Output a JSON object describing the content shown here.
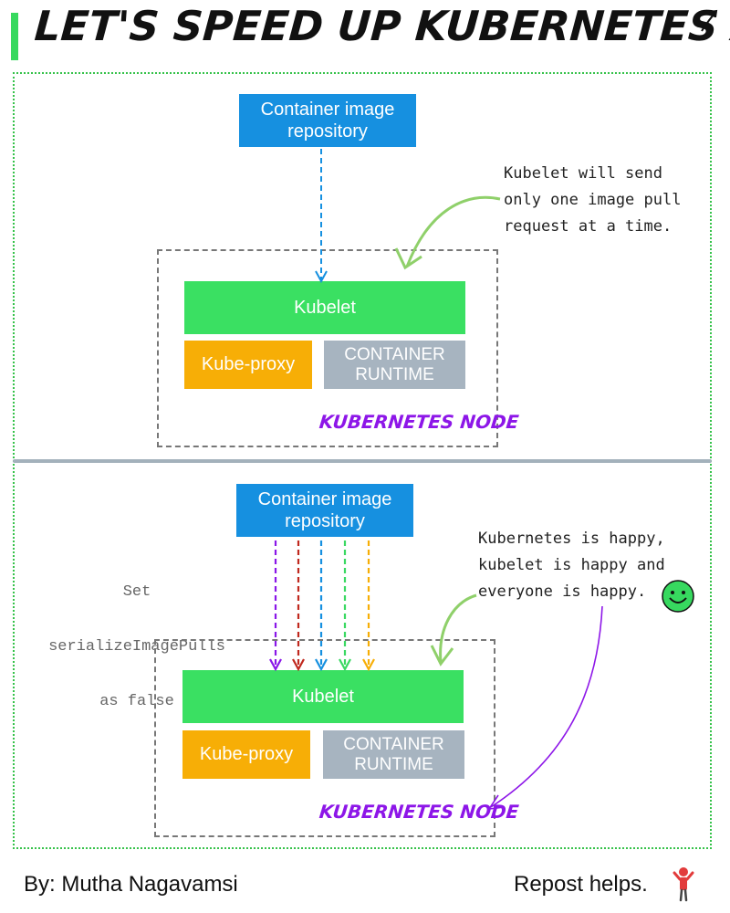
{
  "title": "LET'S SPEED UP KUBERNETES A BIT!",
  "colors": {
    "repository": "#1690e0",
    "kubelet": "#3ae062",
    "kube_proxy": "#f7ae06",
    "container_runtime": "#a7b4c0",
    "node_label": "#8d16e8",
    "frame": "#36c24a",
    "annotation_arrow": "#8fd06a",
    "pull_arrows": [
      "#8a16e8",
      "#c0281e",
      "#1690e0",
      "#3ad862",
      "#f7ae06"
    ]
  },
  "before": {
    "repository": {
      "line1": "Container image",
      "line2": "repository"
    },
    "kubelet": "Kubelet",
    "kube_proxy": "Kube-proxy",
    "runtime": {
      "line1": "CONTAINER",
      "line2": "RUNTIME"
    },
    "node_label": "KUBERNETES NODE",
    "note": [
      "Kubelet will send",
      "only one image pull",
      "request at a time."
    ]
  },
  "after": {
    "repository": {
      "line1": "Container image",
      "line2": "repository"
    },
    "kubelet": "Kubelet",
    "kube_proxy": "Kube-proxy",
    "runtime": {
      "line1": "CONTAINER",
      "line2": "RUNTIME"
    },
    "node_label": "KUBERNETES NODE",
    "setting": [
      "Set",
      "serializeImagePulls",
      "as false"
    ],
    "note": [
      "Kubernetes is happy,",
      "kubelet is happy and",
      "everyone is happy."
    ]
  },
  "footer": {
    "author": "By: Mutha Nagavamsi",
    "cta": "Repost helps."
  }
}
